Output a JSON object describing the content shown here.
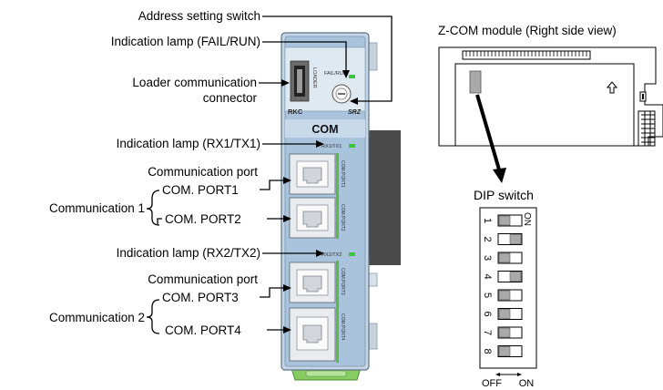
{
  "callouts": {
    "address_switch": "Address setting switch",
    "fail_run_lamp": "Indication lamp (FAIL/RUN)",
    "loader_line1": "Loader communication",
    "loader_line2": "connector",
    "rx1tx1_lamp": "Indication lamp (RX1/TX1)",
    "comm_port_a": "Communication port",
    "com_port1": "COM. PORT1",
    "com_port2": "COM. PORT2",
    "communication1": "Communication 1",
    "rx2tx2_lamp": "Indication lamp (RX2/TX2)",
    "comm_port_b": "Communication port",
    "com_port3": "COM. PORT3",
    "com_port4": "COM. PORT4",
    "communication2": "Communication 2"
  },
  "module": {
    "fail_run": "FAIL/RUN",
    "loader": "LOADER",
    "brand": "RKC",
    "model": "SRZ",
    "name": "COM",
    "rx1tx1": "RX1/TX1",
    "rx2tx2": "RX2/TX2",
    "port_labels": [
      "COM.PORT1",
      "COM.PORT2",
      "COM.PORT3",
      "COM.PORT4"
    ]
  },
  "side_view": {
    "title": "Z-COM module (Right side view)",
    "dip_title": "DIP switch",
    "dip_on_label": "ON",
    "dip_off": "OFF",
    "dip_on": "ON",
    "switches": [
      {
        "num": "1",
        "on": false
      },
      {
        "num": "2",
        "on": true
      },
      {
        "num": "3",
        "on": false
      },
      {
        "num": "4",
        "on": true
      },
      {
        "num": "5",
        "on": false
      },
      {
        "num": "6",
        "on": false
      },
      {
        "num": "7",
        "on": false
      },
      {
        "num": "8",
        "on": false
      }
    ]
  }
}
